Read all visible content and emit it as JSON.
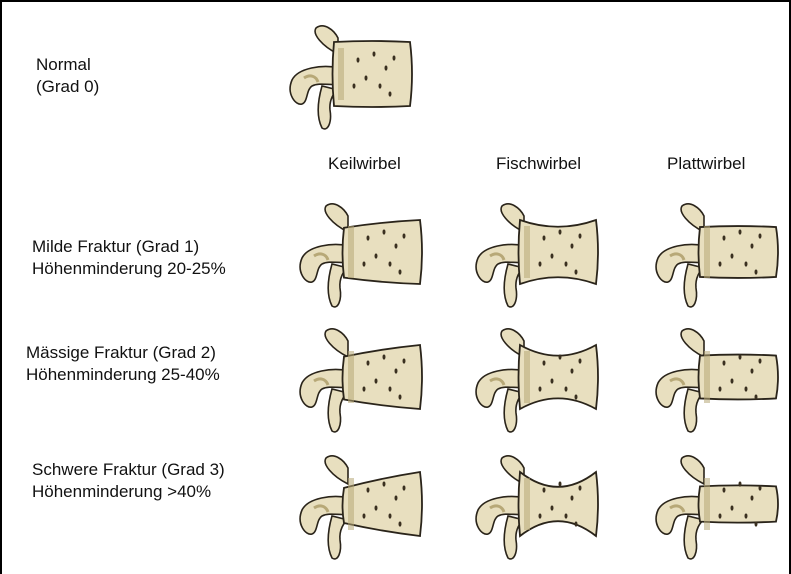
{
  "normal": {
    "line1": "Normal",
    "line2": "(Grad 0)"
  },
  "columns": [
    "Keilwirbel",
    "Fischwirbel",
    "Plattwirbel"
  ],
  "rows": [
    {
      "line1": "Milde Fraktur (Grad 1)",
      "line2": "Höhenminderung 20-25%"
    },
    {
      "line1": "Mässige Fraktur (Grad 2)",
      "line2": "Höhenminderung 25-40%"
    },
    {
      "line1": "Schwere Fraktur (Grad 3)",
      "line2": "Höhenminderung >40%"
    }
  ],
  "colors": {
    "bone": "#e8dfbf",
    "bone_shade": "#b7a877",
    "outline": "#2a241a",
    "pore": "#3a3020"
  }
}
